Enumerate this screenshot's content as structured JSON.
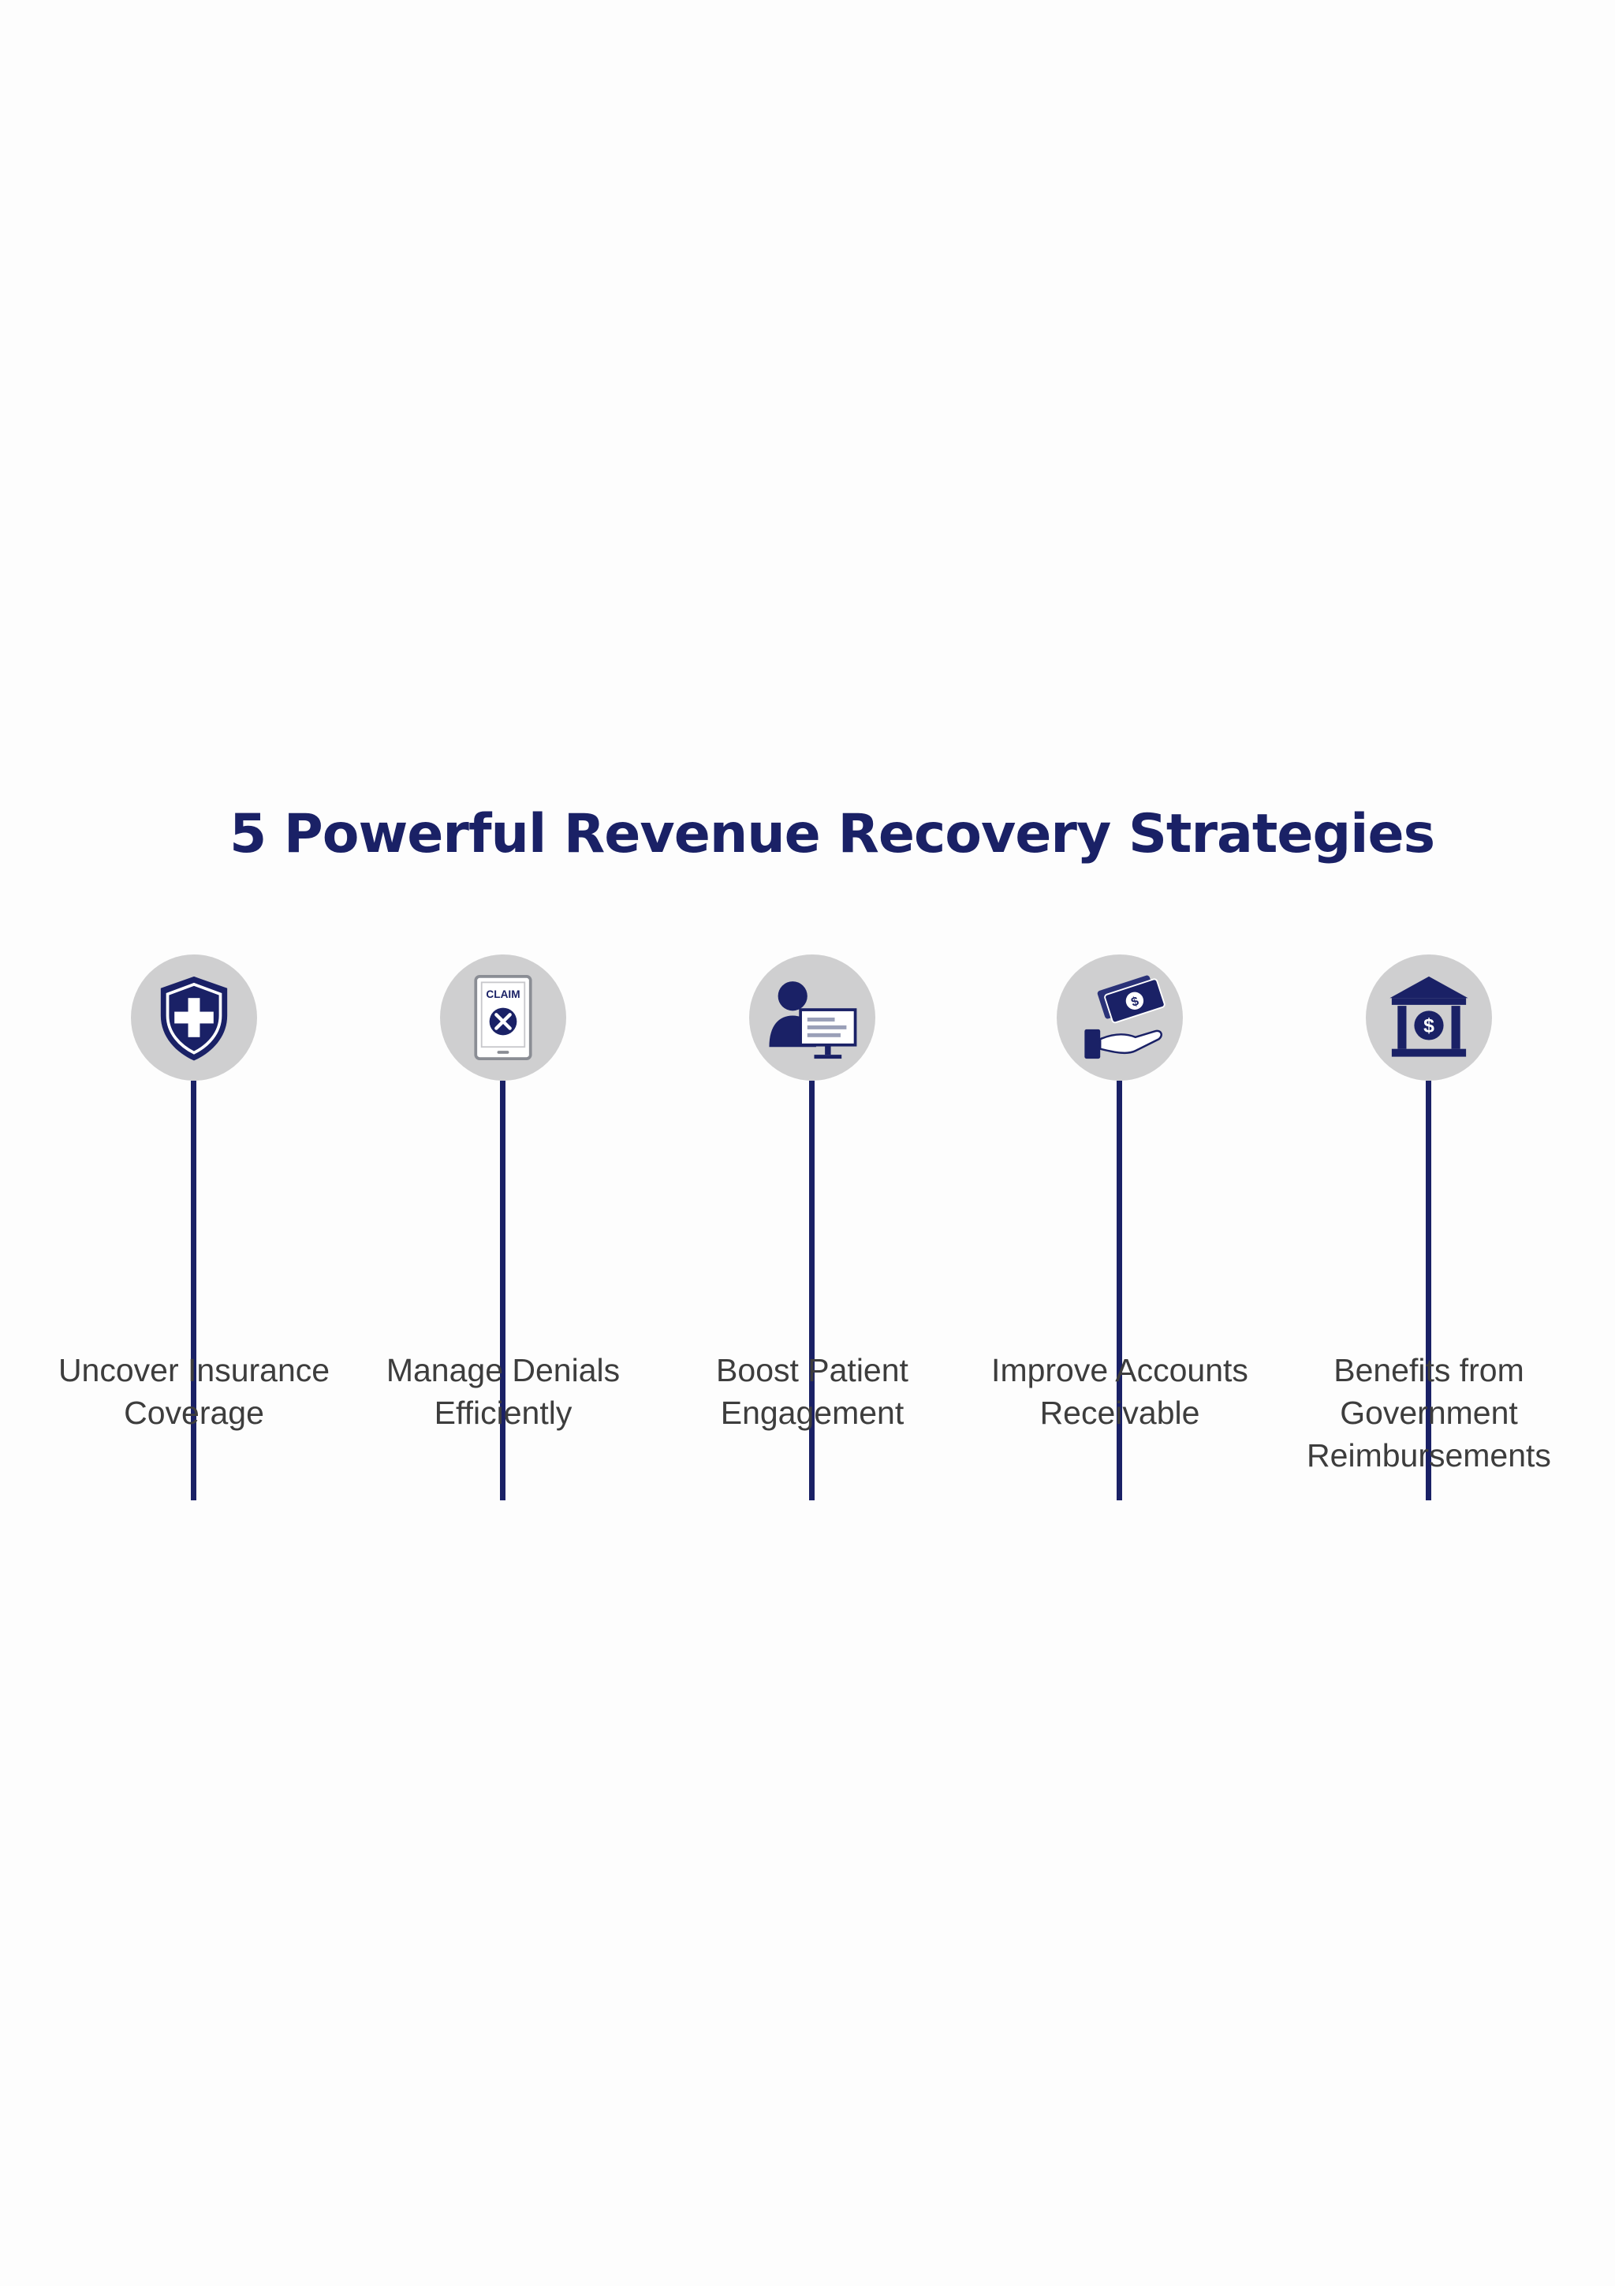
{
  "title": "5 Powerful Revenue Recovery Strategies",
  "strategies": [
    {
      "label": "Uncover Insurance\nCoverage",
      "icon": "shield-cross-icon"
    },
    {
      "label": "Manage Denials\nEfficiently",
      "icon": "claim-denied-icon",
      "icon_text": "CLAIM"
    },
    {
      "label": "Boost Patient\nEngagement",
      "icon": "patient-computer-icon"
    },
    {
      "label": "Improve Accounts\nReceivable",
      "icon": "hand-money-icon",
      "icon_text": "$"
    },
    {
      "label": "Benefits from\nGovernment\nReimbursements",
      "icon": "government-building-icon",
      "icon_text": "$"
    }
  ],
  "colors": {
    "primary": "#1a2166",
    "badge": "#cfcfd0",
    "text": "#3d3d3d",
    "background": "#fdfdfd"
  }
}
